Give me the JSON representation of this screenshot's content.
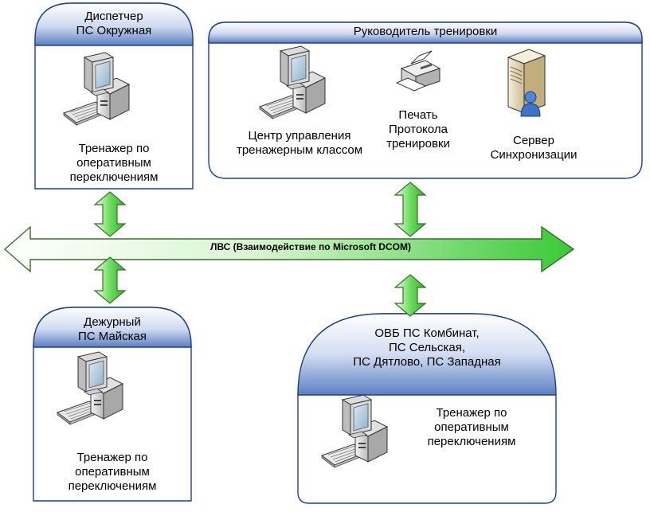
{
  "boxes": {
    "okruzhnaya": {
      "header": "Диспетчер\nПС Окружная",
      "caption": "Тренажер по\nоперативным\nпереключениям"
    },
    "rukovoditel": {
      "header": "Руководитель тренировки",
      "items": {
        "center": "Центр управления\nтренажерным классом",
        "print": "Печать\nПротокола\nтренировки",
        "server": "Сервер\nСинхронизации"
      }
    },
    "mayskaya": {
      "header": "Дежурный\nПС Майская",
      "caption": "Тренажер по\nоперативным\nпереключениям"
    },
    "ovb": {
      "header": "ОВБ ПС Комбинат,\nПС Сельская,\nПС Дятлово, ПС Западная",
      "caption": "Тренажер по\nоперативным\nпереключениям"
    }
  },
  "bus": {
    "label": "ЛВС (Взаимодействие по Microsoft DCOM)"
  },
  "colors": {
    "header_top": "#ffffff",
    "header_bottom": "#5b7fc2",
    "box_border": "#1f3f8a",
    "arrow_light": "#f2fff0",
    "arrow_green": "#3fce3a",
    "arrow_border": "#3b6b2c"
  },
  "icons": [
    "computer-icon",
    "printer-icon",
    "server-icon"
  ]
}
